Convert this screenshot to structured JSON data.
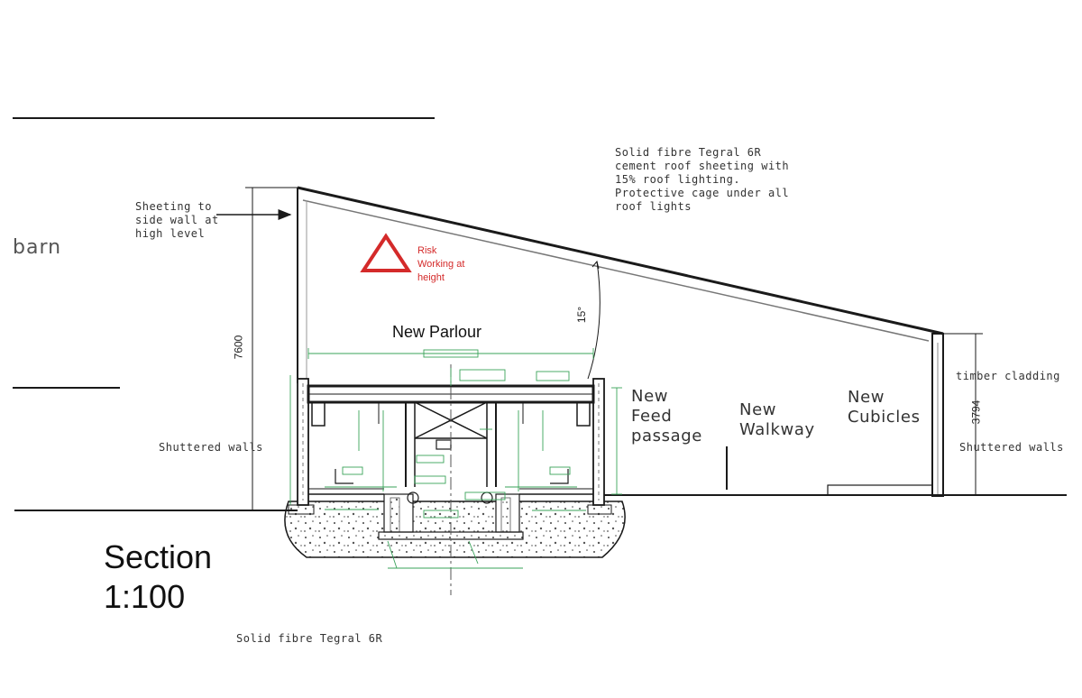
{
  "labels": {
    "barn": "barn",
    "sheeting_side": "Sheeting to\nside wall at\nhigh level",
    "roof_spec": "Solid fibre Tegral 6R\ncement roof sheeting with\n15% roof lighting.\nProtective cage under all\nroof lights",
    "risk": "Risk\nWorking at\nheight",
    "new_parlour": "New Parlour",
    "new_feed_passage": "New\nFeed\npassage",
    "new_walkway": "New\nWalkway",
    "new_cubicles": "New\nCubicles",
    "timber_cladding": "timber cladding",
    "shuttered_walls_left": "Shuttered walls",
    "shuttered_walls_right": "Shuttered walls",
    "section_title": "Section\n1:100",
    "footer_note": "Solid fibre Tegral 6R"
  },
  "dimensions": {
    "height_left": "7600",
    "height_right": "3794",
    "roof_angle": "15°"
  },
  "colors": {
    "line": "#1a1a1a",
    "risk_red": "#d42a2a",
    "detail_green": "#3aa35a"
  }
}
